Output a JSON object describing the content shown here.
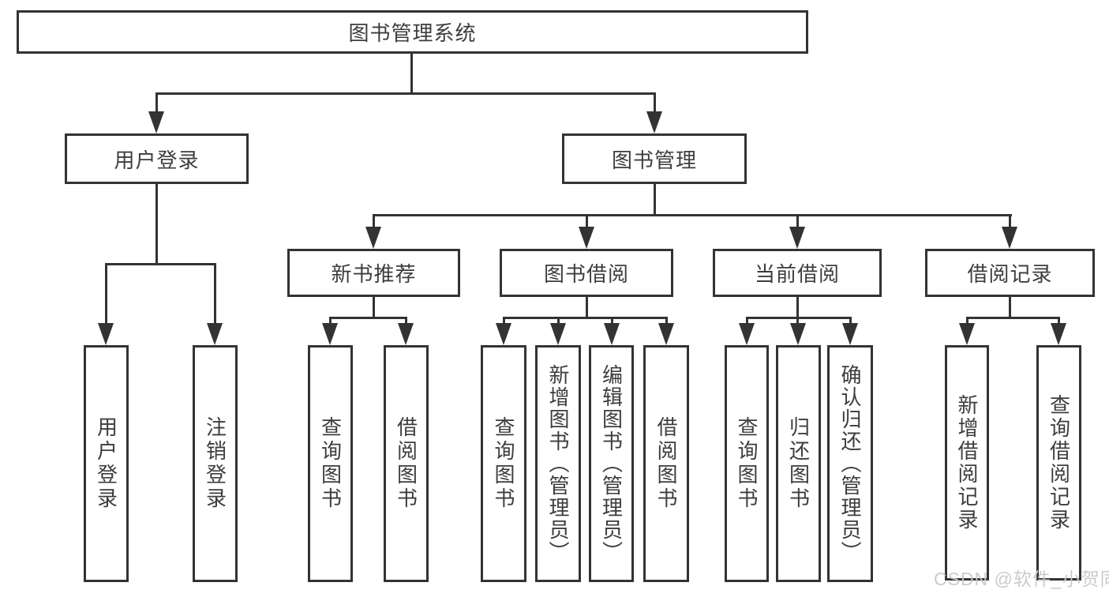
{
  "diagram_type": "hierarchy-tree",
  "nodes": {
    "root": "图书管理系统",
    "user_login": "用户登录",
    "book_mgmt": "图书管理",
    "new_book_rec": "新书推荐",
    "book_borrow": "图书借阅",
    "current_borrow": "当前借阅",
    "borrow_records": "借阅记录",
    "ul_user_login": "用户登录",
    "ul_logout": "注销登录",
    "nb_query_book": "查询图书",
    "nb_borrow_book": "借阅图书",
    "bb_query_book": "查询图书",
    "bb_add_book": "新增图书（管理员）",
    "bb_edit_book": "编辑图书（管理员）",
    "bb_borrow_book": "借阅图书",
    "cb_query_book": "查询图书",
    "cb_return_book": "归还图书",
    "cb_confirm_return": "确认归还（管理员）",
    "br_add_record": "新增借阅记录",
    "br_query_record": "查询借阅记录"
  },
  "edges": [
    {
      "from": "root",
      "to": "user_login"
    },
    {
      "from": "root",
      "to": "book_mgmt"
    },
    {
      "from": "user_login",
      "to": "ul_user_login"
    },
    {
      "from": "user_login",
      "to": "ul_logout"
    },
    {
      "from": "book_mgmt",
      "to": "new_book_rec"
    },
    {
      "from": "book_mgmt",
      "to": "book_borrow"
    },
    {
      "from": "book_mgmt",
      "to": "current_borrow"
    },
    {
      "from": "book_mgmt",
      "to": "borrow_records"
    },
    {
      "from": "new_book_rec",
      "to": "nb_query_book"
    },
    {
      "from": "new_book_rec",
      "to": "nb_borrow_book"
    },
    {
      "from": "book_borrow",
      "to": "bb_query_book"
    },
    {
      "from": "book_borrow",
      "to": "bb_add_book"
    },
    {
      "from": "book_borrow",
      "to": "bb_edit_book"
    },
    {
      "from": "book_borrow",
      "to": "bb_borrow_book"
    },
    {
      "from": "current_borrow",
      "to": "cb_query_book"
    },
    {
      "from": "current_borrow",
      "to": "cb_return_book"
    },
    {
      "from": "current_borrow",
      "to": "cb_confirm_return"
    },
    {
      "from": "borrow_records",
      "to": "br_add_record"
    },
    {
      "from": "borrow_records",
      "to": "br_query_record"
    }
  ],
  "watermark": "CSDN @软件_小贺同学",
  "colors": {
    "line": "#333333",
    "box_border": "#333333",
    "box_bg": "#ffffff",
    "text": "#3d3d3d",
    "watermark": "#c9c9c9"
  }
}
